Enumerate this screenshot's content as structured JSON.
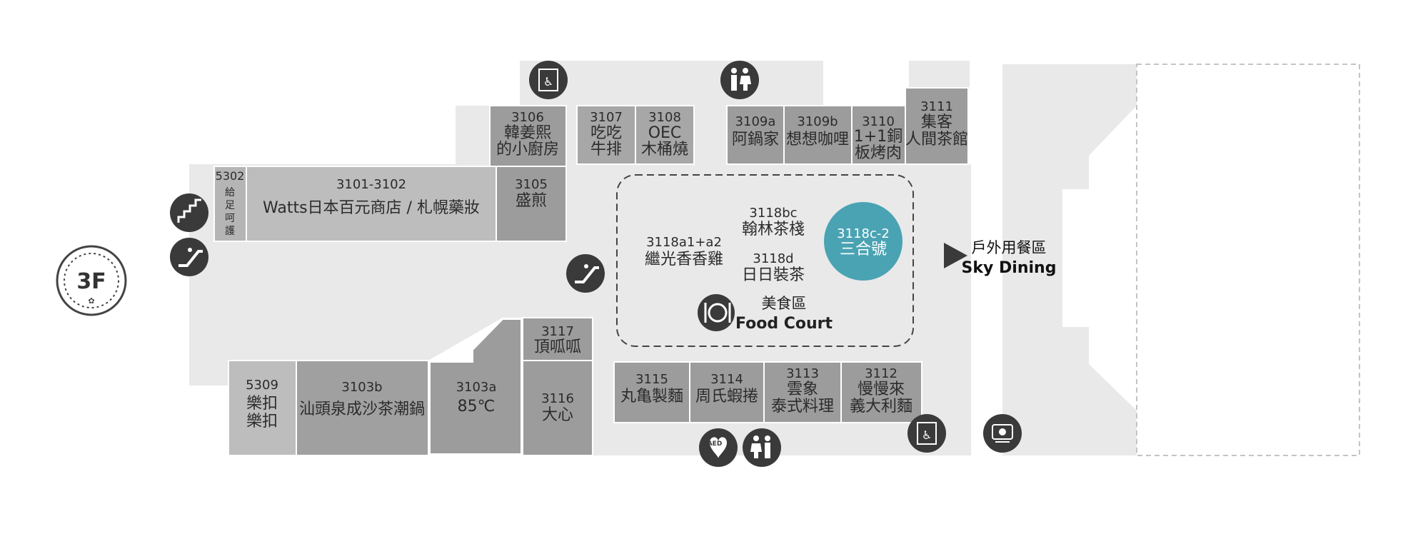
{
  "floor": {
    "label": "3F"
  },
  "shops": {
    "s3106": {
      "num": "3106",
      "l1": "韓姜熙",
      "l2": "的小廚房"
    },
    "s3107": {
      "num": "3107",
      "l1": "吃吃",
      "l2": "牛排"
    },
    "s3108": {
      "num": "3108",
      "l1": "OEC",
      "l2": "木桶燒"
    },
    "s3109a": {
      "num": "3109a",
      "l1": "阿鍋家"
    },
    "s3109b": {
      "num": "3109b",
      "l1": "想想咖哩"
    },
    "s3110": {
      "num": "3110",
      "l1": "1+1銅",
      "l2": "板烤肉"
    },
    "s3111": {
      "num": "3111",
      "l1": "集客",
      "l2": "人間茶館"
    },
    "s5302": {
      "num": "5302",
      "chars": [
        "給",
        "足",
        "呵",
        "護"
      ]
    },
    "s3101": {
      "num": "3101-3102",
      "l1": "Watts日本百元商店 / 札幌藥妝"
    },
    "s3105": {
      "num": "3105",
      "l1": "盛煎"
    },
    "s3117": {
      "num": "3117",
      "l1": "頂呱呱"
    },
    "s5309": {
      "num": "5309",
      "l1": "樂扣",
      "l2": "樂扣"
    },
    "s3103b": {
      "num": "3103b",
      "l1": "汕頭泉成沙茶潮鍋"
    },
    "s3103a": {
      "num": "3103a",
      "l1": "85℃"
    },
    "s3116": {
      "num": "3116",
      "l1": "大心"
    },
    "s3115": {
      "num": "3115",
      "l1": "丸亀製麵"
    },
    "s3114": {
      "num": "3114",
      "l1": "周氏蝦捲"
    },
    "s3113": {
      "num": "3113",
      "l1": "雲象",
      "l2": "泰式料理"
    },
    "s3112": {
      "num": "3112",
      "l1": "慢慢來",
      "l2": "義大利麵"
    }
  },
  "food_court": {
    "s3118bc": {
      "num": "3118bc",
      "l1": "翰林茶棧"
    },
    "s3118a": {
      "num": "3118a1+a2",
      "l1": "繼光香香雞"
    },
    "s3118d": {
      "num": "3118d",
      "l1": "日日裝茶"
    },
    "s3118c2": {
      "num": "3118c-2",
      "l1": "三合號"
    },
    "label_zh": "美食區",
    "label_en": "Food Court"
  },
  "outdoor": {
    "label_zh": "戶外用餐區",
    "label_en": "Sky Dining"
  },
  "icons": {
    "elevator": "accessible-elevator-icon",
    "restroom": "restroom-icon",
    "stairs": "stairs-icon",
    "escalator": "escalator-icon",
    "aed": "aed-icon",
    "nursing": "nursing-room-icon",
    "dining": "dining-icon",
    "arrow": "arrow-right-icon"
  },
  "colors": {
    "floor": "#e9e9e9",
    "shop_dark": "#9c9c9c",
    "shop_mid": "#a7a7a7",
    "shop_light": "#bdbdbd",
    "icon_bg": "#3a3a3a",
    "highlight": "#4aa3b3"
  }
}
